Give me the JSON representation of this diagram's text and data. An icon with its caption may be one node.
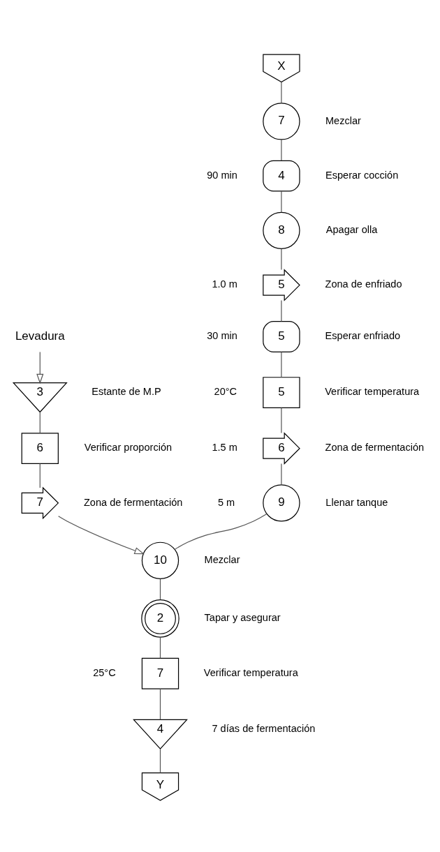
{
  "diagram": {
    "nodes": [
      {
        "text": [
          "Levadura"
        ]
      },
      {
        "text": [
          "3"
        ],
        "beside": [
          "Estante de M.P"
        ]
      },
      {
        "text": [
          "6"
        ],
        "beside": [
          "Verificar proporción"
        ]
      },
      {
        "text": [
          "7"
        ],
        "beside": [
          "5 m",
          "Zona de fermentación"
        ]
      },
      {
        "text": [
          "X"
        ]
      },
      {
        "text": [
          "7"
        ],
        "beside": [
          "Mezclar"
        ]
      },
      {
        "text": [
          "4"
        ],
        "beside": [
          "90 min",
          "Esperar cocción"
        ]
      },
      {
        "text": [
          "8"
        ],
        "beside": [
          "Apagar olla"
        ]
      },
      {
        "text": [
          "5"
        ],
        "beside": [
          "1.0 m",
          "Zona de enfriado"
        ]
      },
      {
        "text": [
          "5"
        ],
        "beside": [
          "30 min",
          "Esperar enfriado"
        ]
      },
      {
        "text": [
          "5"
        ],
        "beside": [
          "20°C",
          "Verificar temperatura"
        ]
      },
      {
        "text": [
          "6"
        ],
        "beside": [
          "1.5 m",
          "Zona de fermentación"
        ]
      },
      {
        "text": [
          "9"
        ],
        "beside": [
          "Llenar tanque"
        ]
      },
      {
        "text": [
          "10"
        ],
        "beside": [
          "Mezclar"
        ]
      },
      {
        "text": [
          "2"
        ],
        "beside": [
          "Tapar y asegurar"
        ]
      },
      {
        "text": [
          "7"
        ],
        "beside": [
          "25°C",
          "Verificar temperatura"
        ]
      },
      {
        "text": [
          "4"
        ],
        "beside": [
          "7 días de fermentación"
        ]
      },
      {
        "text": [
          "Y"
        ]
      }
    ],
    "edges": [
      {
        "from": 0,
        "to": 1,
        "arrow": "to"
      },
      {
        "from": 1,
        "to": 2,
        "arrow": "none"
      },
      {
        "from": 2,
        "to": 3,
        "arrow": "none"
      },
      {
        "from": 3,
        "to": 13,
        "arrow": "to"
      },
      {
        "from": 4,
        "to": 5,
        "arrow": "none"
      },
      {
        "from": 5,
        "to": 6,
        "arrow": "none"
      },
      {
        "from": 6,
        "to": 7,
        "arrow": "none"
      },
      {
        "from": 7,
        "to": 8,
        "arrow": "none"
      },
      {
        "from": 8,
        "to": 9,
        "arrow": "none"
      },
      {
        "from": 9,
        "to": 10,
        "arrow": "none"
      },
      {
        "from": 10,
        "to": 11,
        "arrow": "none"
      },
      {
        "from": 11,
        "to": 12,
        "arrow": "none"
      },
      {
        "from": 12,
        "to": 13,
        "arrow": "none"
      },
      {
        "from": 13,
        "to": 14,
        "arrow": "none"
      },
      {
        "from": 14,
        "to": 15,
        "arrow": "none"
      },
      {
        "from": 15,
        "to": 16,
        "arrow": "none"
      },
      {
        "from": 16,
        "to": 17,
        "arrow": "none"
      }
    ]
  }
}
